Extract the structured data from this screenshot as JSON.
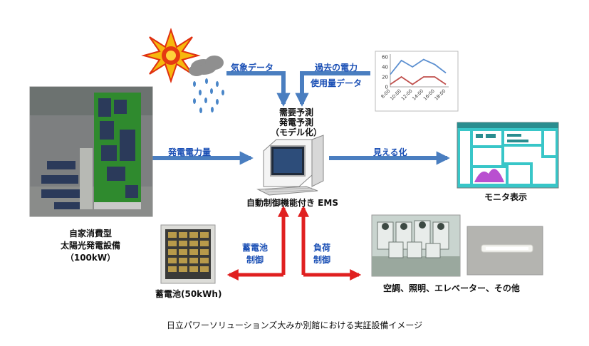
{
  "labels": {
    "weather_data": "気象データ",
    "past_power": "過去の電力",
    "usage_data": "使用量データ",
    "forecast_line1": "需要予測",
    "forecast_line2": "発電予測",
    "forecast_line3": "（モデル化）",
    "generation": "発電電力量",
    "visualization": "見える化",
    "ems": "自動制御機能付き EMS",
    "monitor": "モニタ表示",
    "solar_line1": "自家消費型",
    "solar_line2": "太陽光発電設備",
    "solar_line3": "（100kW）",
    "battery_ctrl_line1": "蓄電池",
    "battery_ctrl_line2": "制御",
    "load_ctrl_line1": "負荷",
    "load_ctrl_line2": "制御",
    "battery": "蓄電池(50kWh)",
    "equipment": "空調、照明、エレベーター、その他",
    "caption": "日立パワーソリューションズ大みか別館における実証設備イメージ"
  },
  "colors": {
    "arrow_blue": "#4a7ec0",
    "arrow_red": "#e02020",
    "label_blue": "#1a4fb5",
    "monitor_bg": "#38c6c8"
  },
  "chart_data": {
    "type": "line",
    "x": [
      "8:00",
      "10:00",
      "12:00",
      "14:00",
      "16:00",
      "18:00"
    ],
    "ylim": [
      0,
      60
    ],
    "yticks": [
      0,
      20,
      40,
      60
    ],
    "series": [
      {
        "values": [
          25,
          53,
          40,
          55,
          45,
          28
        ],
        "color": "#5b8fd0"
      },
      {
        "values": [
          5,
          20,
          5,
          20,
          20,
          5
        ],
        "color": "#c0504d"
      }
    ]
  }
}
